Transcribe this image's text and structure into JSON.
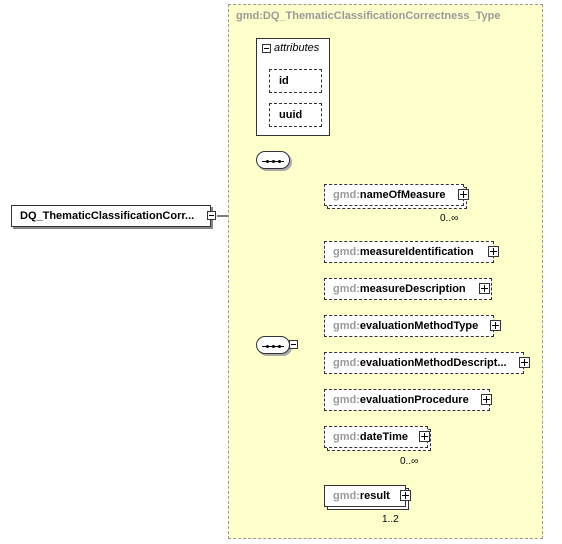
{
  "type_title": "gmd:DQ_ThematicClassificationCorrectness_Type",
  "root_label": "DQ_ThematicClassificationCorr...",
  "attributes": {
    "header": "attributes",
    "items": [
      "id",
      "uuid"
    ]
  },
  "elements": [
    {
      "prefix": "gmd:",
      "name": "nameOfMeasure",
      "cardinality": "0..∞",
      "optional": true,
      "multiple": true
    },
    {
      "prefix": "gmd:",
      "name": "measureIdentification",
      "cardinality": "",
      "optional": true,
      "multiple": false
    },
    {
      "prefix": "gmd:",
      "name": "measureDescription",
      "cardinality": "",
      "optional": true,
      "multiple": false
    },
    {
      "prefix": "gmd:",
      "name": "evaluationMethodType",
      "cardinality": "",
      "optional": true,
      "multiple": false
    },
    {
      "prefix": "gmd:",
      "name": "evaluationMethodDescript...",
      "cardinality": "",
      "optional": true,
      "multiple": false
    },
    {
      "prefix": "gmd:",
      "name": "evaluationProcedure",
      "cardinality": "",
      "optional": true,
      "multiple": false
    },
    {
      "prefix": "gmd:",
      "name": "dateTime",
      "cardinality": "0..∞",
      "optional": true,
      "multiple": true
    },
    {
      "prefix": "gmd:",
      "name": "result",
      "cardinality": "1..2",
      "optional": false,
      "multiple": true
    }
  ],
  "colors": {
    "type_background": "#ffffcc",
    "prefix": "#999999",
    "border": "#333333"
  }
}
